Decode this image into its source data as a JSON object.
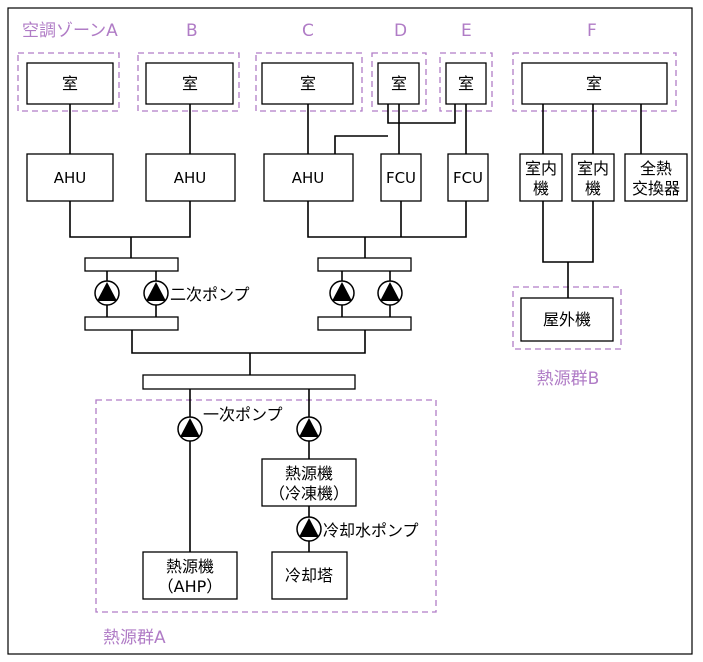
{
  "zones": {
    "a": "空調ゾーンA",
    "b": "B",
    "c": "C",
    "d": "D",
    "e": "E",
    "f": "F"
  },
  "rooms": {
    "a": "室",
    "b": "室",
    "c": "室",
    "d": "室",
    "e": "室",
    "f": "室"
  },
  "units": {
    "ahu_a": "AHU",
    "ahu_b": "AHU",
    "ahu_c": "AHU",
    "fcu_d": "FCU",
    "fcu_e": "FCU",
    "indoor_1": [
      "室内",
      "機"
    ],
    "indoor_2": [
      "室内",
      "機"
    ],
    "erv": [
      "全熱",
      "交換器"
    ]
  },
  "pumps": {
    "secondary": "二次ポンプ",
    "primary": "一次ポンプ",
    "cooling_water": "冷却水ポンプ"
  },
  "heat_sources": {
    "outdoor_unit": "屋外機",
    "chiller": [
      "熱源機",
      "（冷凍機）"
    ],
    "ahp": [
      "熱源機",
      "（AHP）"
    ],
    "cooling_tower": "冷却塔"
  },
  "groups": {
    "a": "熱源群A",
    "b": "熱源群B"
  },
  "colors": {
    "accent": "#b07cc6",
    "line": "#000000"
  }
}
